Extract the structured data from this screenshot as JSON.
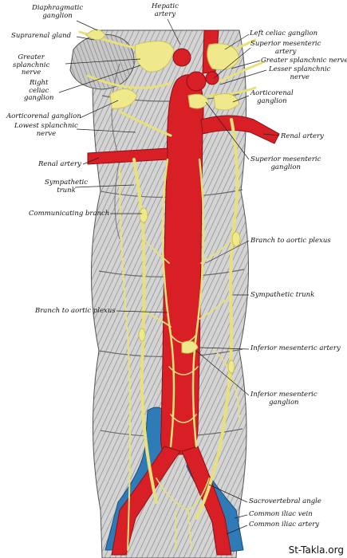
{
  "colors": {
    "artery": "#d81f26",
    "vein": "#2e7bb8",
    "nerve": "#efe98c",
    "nerve_edge": "#c9c15a",
    "tissue": "#cfcfcf"
  },
  "labels": {
    "diaphragmatic_ganglion": [
      "Diaphragmatic",
      "ganglion"
    ],
    "hepatic_artery": [
      "Hepatic",
      "artery"
    ],
    "suprarenal_gland": "Suprarenal gland",
    "greater_splanchnic_nerve_left": [
      "Greater",
      "splanchnic",
      "nerve"
    ],
    "right_celiac_ganglion": [
      "Right",
      "celiac",
      "ganglion"
    ],
    "aorticorenal_ganglion_left": "Aorticorenal ganglion",
    "lowest_splanchnic_nerve": [
      "Lowest splanchnic",
      "nerve"
    ],
    "renal_artery_left": "Renal artery",
    "sympathetic_trunk_left": [
      "Sympathetic",
      "trunk"
    ],
    "communicating_branch": "Communicating branch",
    "branch_to_aortic_plexus_left": "Branch to aortic plexus",
    "left_celiac_ganglion": "Left celiac ganglion",
    "superior_mesenteric_artery": [
      "Superior mesenteric",
      "artery"
    ],
    "greater_splanchnic_nerve_right": "Greater splanchnic nerve",
    "lesser_splanchnic_nerve": [
      "Lesser splanchnic",
      "nerve"
    ],
    "aorticorenal_ganglion_right": [
      "Aorticorenal",
      "ganglion"
    ],
    "renal_artery_right": "Renal artery",
    "superior_mesenteric_ganglion": [
      "Superior mesenteric",
      "ganglion"
    ],
    "branch_to_aortic_plexus_right": "Branch to aortic plexus",
    "sympathetic_trunk_right": "Sympathetic trunk",
    "inferior_mesenteric_artery": "Inferior mesenteric artery",
    "inferior_mesenteric_ganglion": [
      "Inferior mesenteric",
      "ganglion"
    ],
    "sacrovertebral_angle": "Sacrovertebral angle",
    "common_iliac_vein": "Common iliac vein",
    "common_iliac_artery": "Common iliac artery"
  },
  "watermark": "St-Takla.org"
}
